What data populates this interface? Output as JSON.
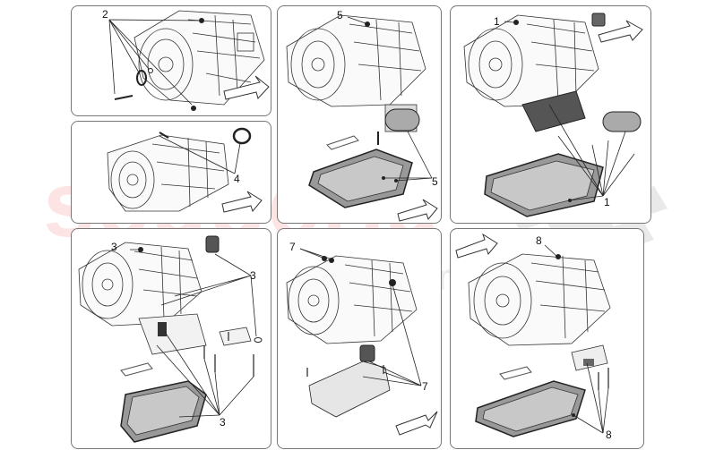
{
  "watermark": {
    "brand": "scuderia",
    "tagline": "car parts"
  },
  "panels": [
    {
      "id": "p1",
      "callouts": [
        "2"
      ]
    },
    {
      "id": "p2",
      "callouts": [
        "4"
      ]
    },
    {
      "id": "p3",
      "callouts": [
        "5",
        "5"
      ]
    },
    {
      "id": "p4",
      "callouts": [
        "1",
        "1"
      ]
    },
    {
      "id": "p5",
      "callouts": [
        "3",
        "3",
        "3"
      ]
    },
    {
      "id": "p6",
      "callouts": [
        "7",
        "7"
      ]
    },
    {
      "id": "p7",
      "callouts": [
        "8",
        "8"
      ]
    }
  ],
  "colors": {
    "line": "#333333",
    "border": "#777777",
    "watermark": "#eb5a5f"
  }
}
